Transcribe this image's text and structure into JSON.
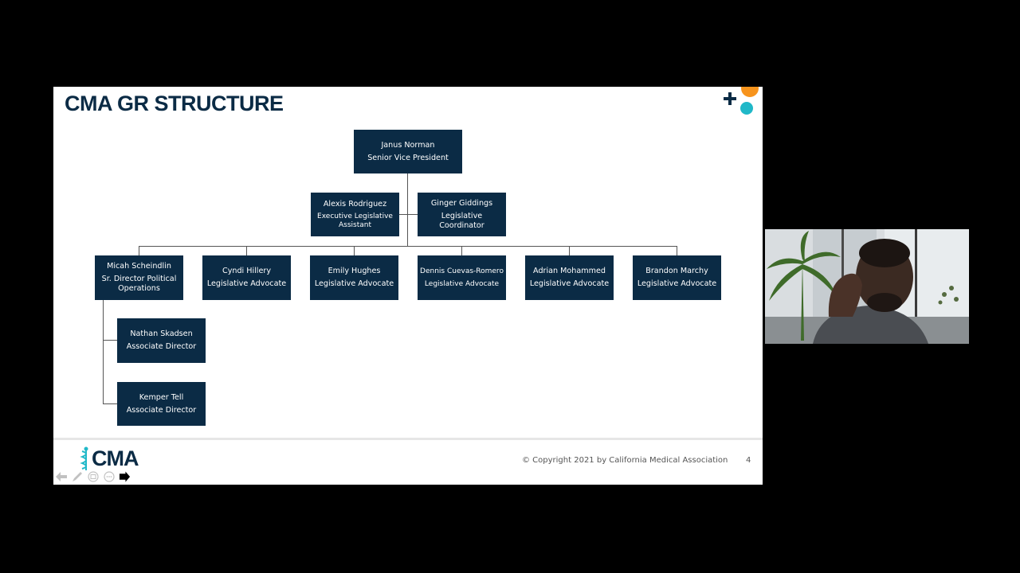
{
  "slide": {
    "title": "CMA GR STRUCTURE",
    "org_chart": {
      "top": {
        "name": "Janus Norman",
        "role": "Senior Vice President"
      },
      "staff": [
        {
          "name": "Alexis Rodriguez",
          "role": "Executive Legislative Assistant"
        },
        {
          "name": "Ginger Giddings",
          "role": "Legislative Coordinator"
        }
      ],
      "reports": [
        {
          "name": "Micah Scheindlin",
          "role": "Sr. Director Political Operations"
        },
        {
          "name": "Cyndi Hillery",
          "role": "Legislative Advocate"
        },
        {
          "name": "Emily Hughes",
          "role": "Legislative Advocate"
        },
        {
          "name": "Dennis Cuevas-Romero",
          "role": "Legislative Advocate"
        },
        {
          "name": "Adrian Mohammed",
          "role": "Legislative Advocate"
        },
        {
          "name": "Brandon Marchy",
          "role": "Legislative Advocate"
        }
      ],
      "sub_reports": [
        {
          "name": "Nathan Skadsen",
          "role": "Associate Director"
        },
        {
          "name": "Kemper Tell",
          "role": "Associate Director"
        }
      ]
    },
    "footer": {
      "logo_text": "CMA",
      "copyright": "© Copyright 2021 by California Medical Association",
      "page_number": "4"
    }
  },
  "colors": {
    "box_fill": "#0b2b45",
    "accent_orange": "#f7941d",
    "accent_teal": "#20b8c8"
  },
  "icons": [
    "plus-icon",
    "dot-icon",
    "back-arrow-icon",
    "pen-icon",
    "slides-icon",
    "more-icon",
    "pointer-cursor-icon"
  ],
  "webcam": {
    "description_icon": "presenter-video-icon"
  }
}
